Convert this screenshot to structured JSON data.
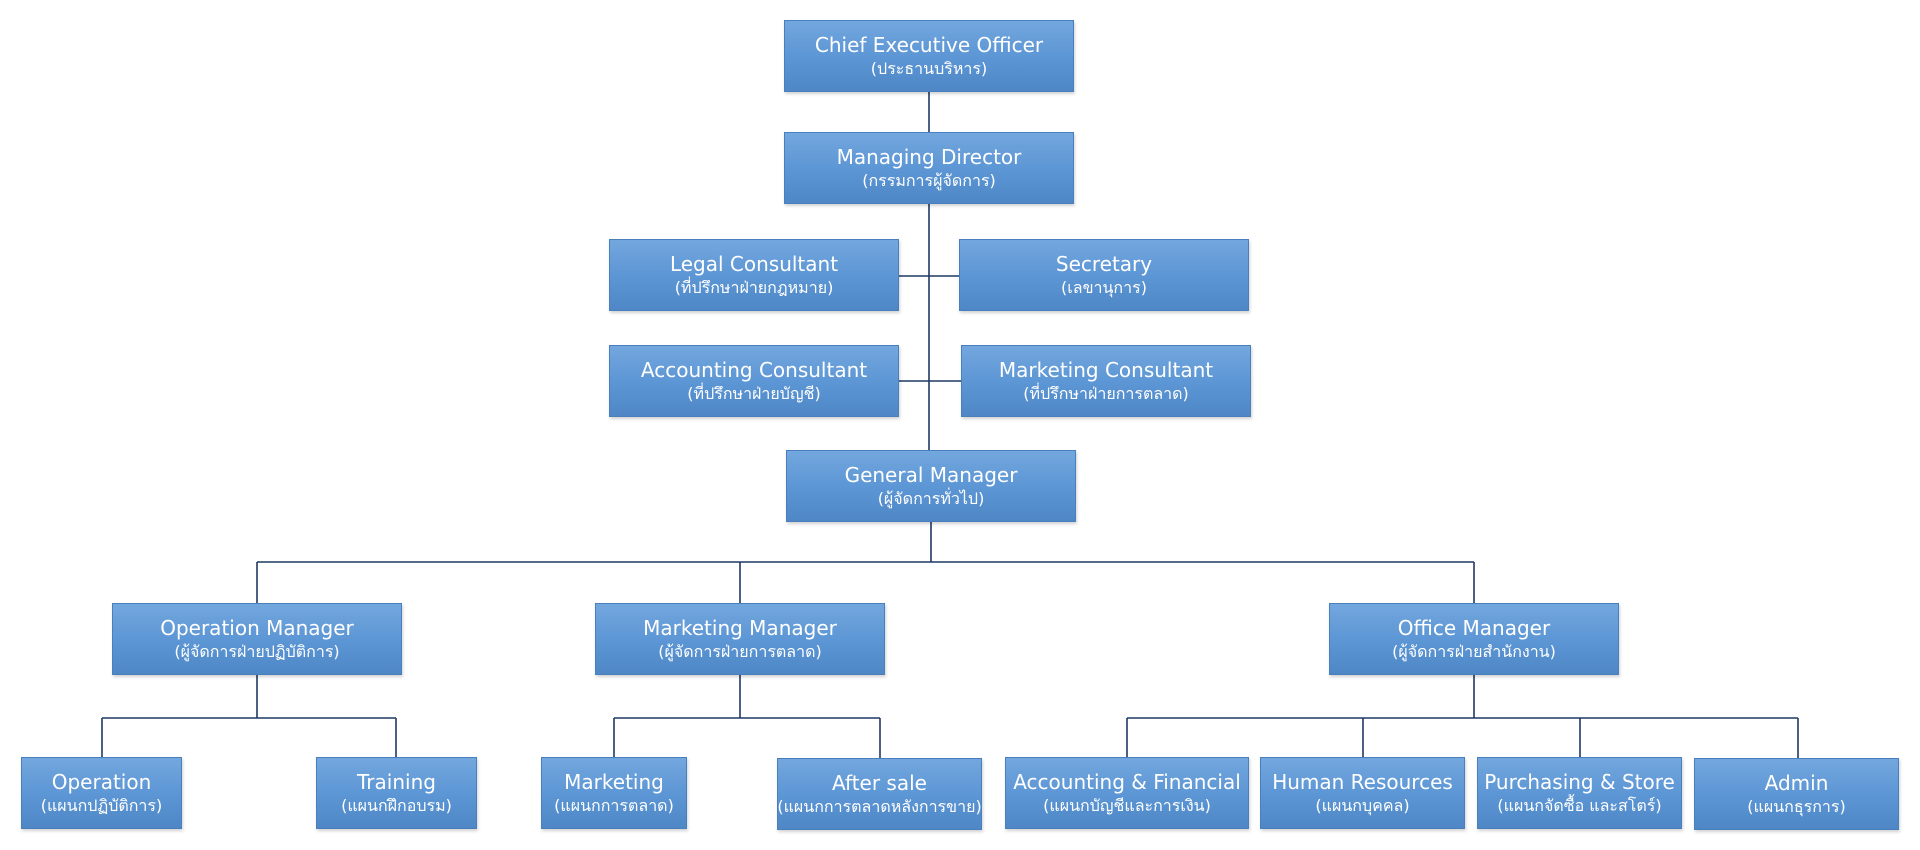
{
  "nodes": {
    "ceo": {
      "title": "Chief Executive Officer",
      "subtitle": "(ประธานบริหาร)"
    },
    "md": {
      "title": "Managing Director",
      "subtitle": "(กรรมการผู้จัดการ)"
    },
    "legal": {
      "title": "Legal Consultant",
      "subtitle": "(ที่ปรึกษาฝ่ายกฎหมาย)"
    },
    "secretary": {
      "title": "Secretary",
      "subtitle": "(เลขานุการ)"
    },
    "acct_consultant": {
      "title": "Accounting Consultant",
      "subtitle": "(ที่ปรึกษาฝ่ายบัญชี)"
    },
    "mkt_consultant": {
      "title": "Marketing Consultant",
      "subtitle": "(ที่ปรึกษาฝ่ายการตลาด)"
    },
    "gm": {
      "title": "General Manager",
      "subtitle": "(ผู้จัดการทั่วไป)"
    },
    "op_mgr": {
      "title": "Operation Manager",
      "subtitle": "(ผู้จัดการฝ่ายปฏิบัติการ)"
    },
    "mkt_mgr": {
      "title": "Marketing Manager",
      "subtitle": "(ผู้จัดการฝ่ายการตลาด)"
    },
    "office_mgr": {
      "title": "Office Manager",
      "subtitle": "(ผู้จัดการฝ่ายสำนักงาน)"
    },
    "operation": {
      "title": "Operation",
      "subtitle": "(แผนกปฏิบัติการ)"
    },
    "training": {
      "title": "Training",
      "subtitle": "(แผนกฝึกอบรม)"
    },
    "marketing": {
      "title": "Marketing",
      "subtitle": "(แผนกการตลาด)"
    },
    "after_sale": {
      "title": "After sale",
      "subtitle": "(แผนกการตลาดหลังการขาย)"
    },
    "acct_fin": {
      "title": "Accounting & Financial",
      "subtitle": "(แผนกบัญชีและการเงิน)"
    },
    "hr": {
      "title": "Human Resources",
      "subtitle": "(แผนกบุคคล)"
    },
    "purchasing": {
      "title": "Purchasing & Store",
      "subtitle": "(แผนกจัดซื้อ และสโตร์)"
    },
    "admin": {
      "title": "Admin",
      "subtitle": "(แผนกธุรการ)"
    }
  },
  "edges": [
    [
      "ceo",
      "md"
    ],
    [
      "md",
      "legal"
    ],
    [
      "md",
      "secretary"
    ],
    [
      "md",
      "acct_consultant"
    ],
    [
      "md",
      "mkt_consultant"
    ],
    [
      "md",
      "gm"
    ],
    [
      "gm",
      "op_mgr"
    ],
    [
      "gm",
      "mkt_mgr"
    ],
    [
      "gm",
      "office_mgr"
    ],
    [
      "op_mgr",
      "operation"
    ],
    [
      "op_mgr",
      "training"
    ],
    [
      "mkt_mgr",
      "marketing"
    ],
    [
      "mkt_mgr",
      "after_sale"
    ],
    [
      "office_mgr",
      "acct_fin"
    ],
    [
      "office_mgr",
      "hr"
    ],
    [
      "office_mgr",
      "purchasing"
    ],
    [
      "office_mgr",
      "admin"
    ]
  ],
  "colors": {
    "box_fill": "#5b95d4",
    "box_border": "#4a7fbd",
    "text": "#ffffff",
    "connector": "#1f3864"
  }
}
